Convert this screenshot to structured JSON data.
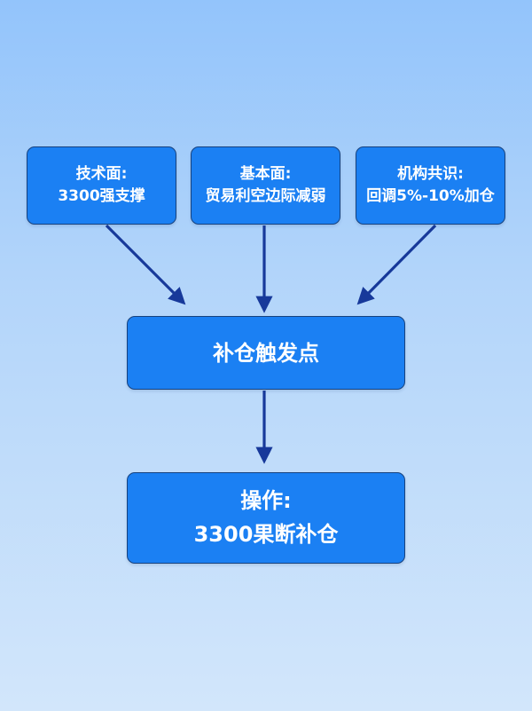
{
  "nodes": {
    "technical": {
      "line1": "技术面:",
      "line2": "3300强支撑"
    },
    "fundamental": {
      "line1": "基本面:",
      "line2": "贸易利空边际减弱"
    },
    "institutional": {
      "line1": "机构共识:",
      "line2": "回调5%-10%加仓"
    },
    "trigger": {
      "label": "补仓触发点"
    },
    "action": {
      "line1": "操作:",
      "line2": "3300果断补仓"
    }
  },
  "colors": {
    "node_fill": "#1b80f3",
    "node_border": "#17427e",
    "arrow": "#17399a",
    "text": "#ffffff"
  }
}
